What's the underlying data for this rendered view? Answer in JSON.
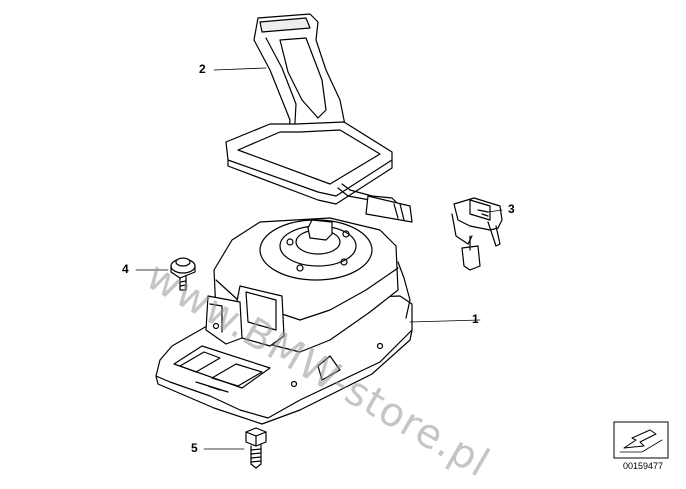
{
  "callouts": [
    {
      "label": "1",
      "name": "callout-1-shifter-housing"
    },
    {
      "label": "2",
      "name": "callout-2-shift-knob"
    },
    {
      "label": "3",
      "name": "callout-3-switch-connector"
    },
    {
      "label": "4",
      "name": "callout-4-screw"
    },
    {
      "label": "5",
      "name": "callout-5-bolt"
    }
  ],
  "watermark": "www.BMW-store.pl",
  "diagram_code": "00159477",
  "icons": {
    "nav": "forward-arrow-icon"
  }
}
